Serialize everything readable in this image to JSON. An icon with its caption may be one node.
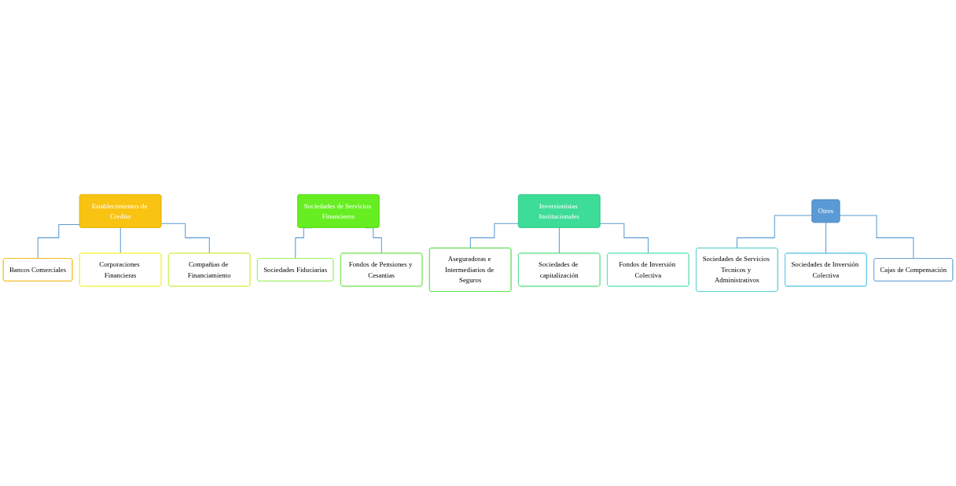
{
  "diagram": {
    "nodes": [
      {
        "text": [
          "Establecimientos de Credito"
        ]
      },
      {
        "text": [
          "Bancos Comerciales"
        ]
      },
      {
        "text": [
          "Corporaciones Financieras"
        ]
      },
      {
        "text": [
          "Compañias de Financiamiento"
        ]
      },
      {
        "text": [
          "Sociedades de Servicios Financieros"
        ]
      },
      {
        "text": [
          "Sociedades Fiduciarias"
        ]
      },
      {
        "text": [
          "Fondos de Pensiones y Cesantias"
        ]
      },
      {
        "text": [
          "Inversionistas Institucionales"
        ]
      },
      {
        "text": [
          "Aseguradoras e Intermediarios de Seguros"
        ]
      },
      {
        "text": [
          "Sociedades de capitalización"
        ]
      },
      {
        "text": [
          "Fondos de Inversión Colectiva"
        ]
      },
      {
        "text": [
          "Otros"
        ]
      },
      {
        "text": [
          "Sociedades de Servicios Tecnicos y Administrativos"
        ]
      },
      {
        "text": [
          "Sociedades de Inversión Colectiva"
        ]
      },
      {
        "text": [
          "Cajas de Compensación"
        ]
      }
    ],
    "edges": [
      {
        "from": 0,
        "to": 1,
        "arrow": "none"
      },
      {
        "from": 0,
        "to": 2,
        "arrow": "none"
      },
      {
        "from": 0,
        "to": 3,
        "arrow": "none"
      },
      {
        "from": 4,
        "to": 5,
        "arrow": "none"
      },
      {
        "from": 4,
        "to": 6,
        "arrow": "none"
      },
      {
        "from": 7,
        "to": 8,
        "arrow": "none"
      },
      {
        "from": 7,
        "to": 9,
        "arrow": "none"
      },
      {
        "from": 7,
        "to": 10,
        "arrow": "none"
      },
      {
        "from": 11,
        "to": 12,
        "arrow": "none"
      },
      {
        "from": 11,
        "to": 13,
        "arrow": "none"
      },
      {
        "from": 11,
        "to": 14,
        "arrow": "none"
      }
    ]
  }
}
